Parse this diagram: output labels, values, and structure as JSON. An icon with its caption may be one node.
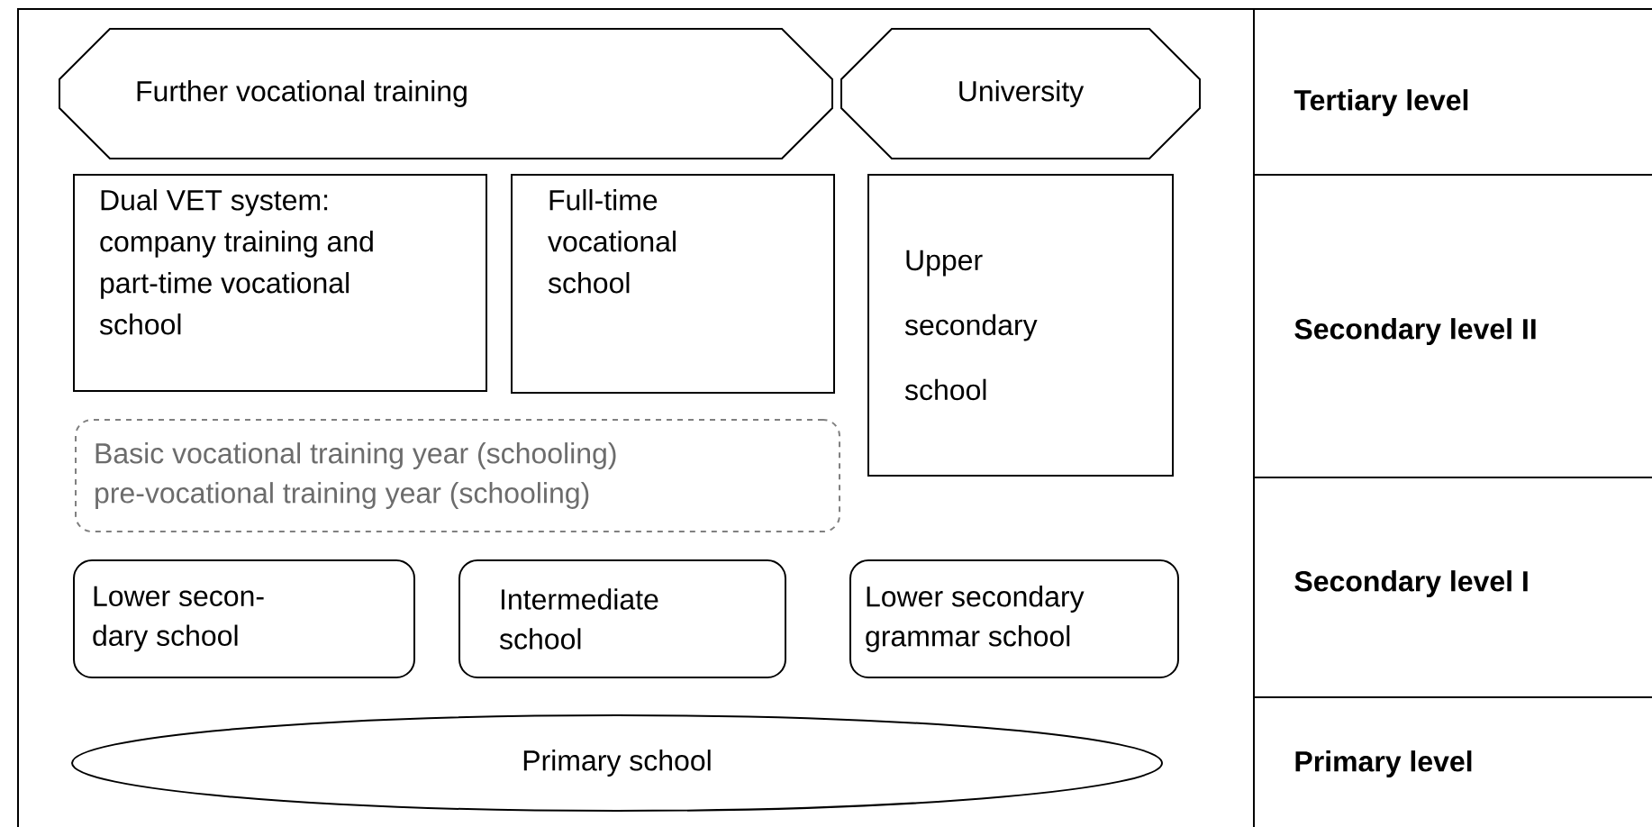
{
  "diagram": {
    "nodes": [
      {
        "text": [
          "Further vocational training"
        ]
      },
      {
        "text": [
          "University"
        ]
      },
      {
        "text": [
          "Dual VET system: company training and part-time vocational school"
        ]
      },
      {
        "text": [
          "Full-time vocational school"
        ]
      },
      {
        "text": [
          "Upper secondary school"
        ]
      },
      {
        "text": [
          "Basic vocational training year (schooling) pre-vocational training year (schooling)"
        ]
      },
      {
        "text": [
          "Lower secon- dary school"
        ]
      },
      {
        "text": [
          "Intermediate school"
        ]
      },
      {
        "text": [
          "Lower secondary grammar school"
        ]
      },
      {
        "text": [
          "Primary school"
        ]
      }
    ],
    "labels": [
      "Tertiary level",
      "Secondary level II",
      "Secondary level I",
      "Primary level"
    ]
  }
}
